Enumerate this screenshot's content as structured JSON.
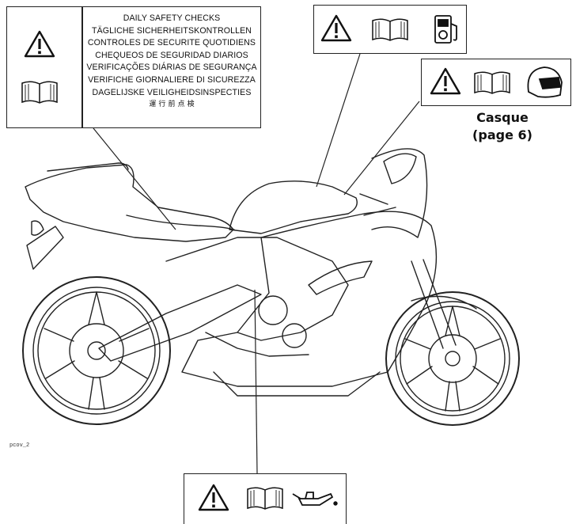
{
  "label_multilingual": {
    "lines": [
      "DAILY SAFETY CHECKS",
      "TÄGLICHE SICHERHEITSKONTROLLEN",
      "CONTROLES DE SECURITE QUOTIDIENS",
      "CHEQUEOS DE SEGURIDAD DIARIOS",
      "VERIFICAÇÕES DIÁRIAS DE SEGURANÇA",
      "VERIFICHE GIORNALIERE DI SICUREZZA",
      "DAGELIJSKE VEILIGHEIDSINSPECTIES",
      "運 行 前 点 検"
    ],
    "icons": [
      "warning-icon",
      "book-icon"
    ]
  },
  "label_fuel": {
    "icons": [
      "warning-icon",
      "book-icon",
      "fuel-pump-icon"
    ]
  },
  "label_helmet": {
    "icons": [
      "warning-icon",
      "book-icon",
      "helmet-icon"
    ],
    "caption_line1": "Casque",
    "caption_line2": "(page 6)"
  },
  "label_oil": {
    "icons": [
      "warning-icon",
      "book-icon",
      "oil-can-icon"
    ]
  },
  "figure_code": "pcov_2",
  "colors": {
    "line": "#222222",
    "background": "#ffffff"
  }
}
